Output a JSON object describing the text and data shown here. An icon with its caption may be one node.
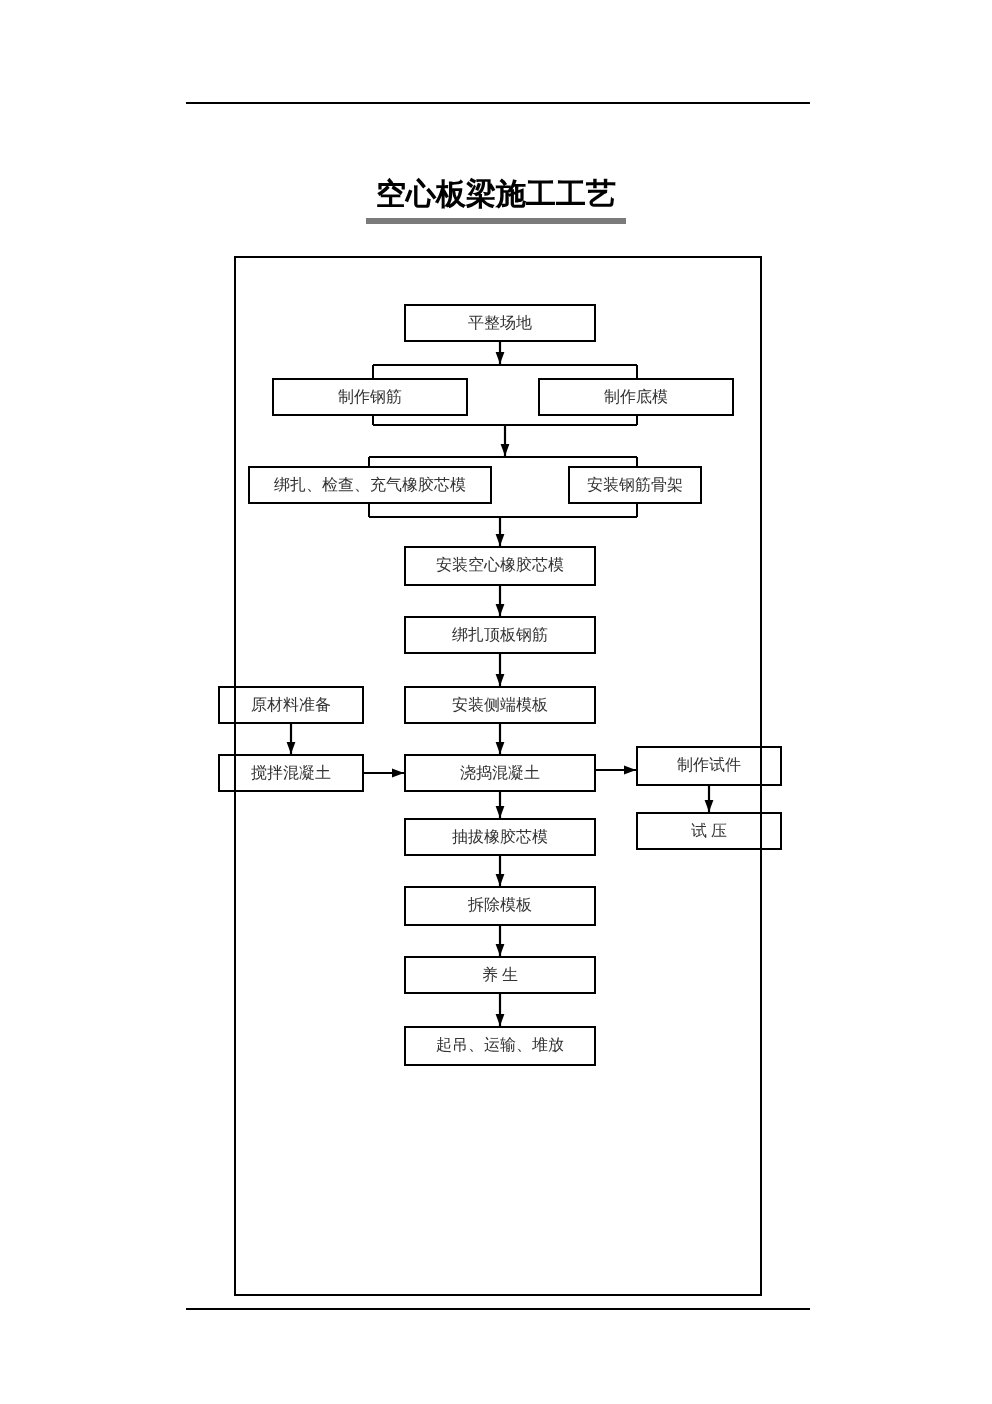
{
  "diagram": {
    "title": "空心板梁施工工艺",
    "nodes": [
      {
        "text": [
          "平整场地"
        ]
      },
      {
        "text": [],
        "shape": "box"
      },
      {
        "text": [
          "制作钢筋"
        ]
      },
      {
        "text": [
          "制作底模"
        ]
      },
      {
        "text": [],
        "shape": "box"
      },
      {
        "text": [
          "绑扎、检查、充气橡胶芯模"
        ]
      },
      {
        "text": [
          "安装钢筋骨架"
        ]
      },
      {
        "text": [
          "安装空心橡胶芯模"
        ]
      },
      {
        "text": [
          "绑扎顶板钢筋"
        ]
      },
      {
        "text": [
          "原材料准备"
        ]
      },
      {
        "text": [
          "安装侧端模板"
        ]
      },
      {
        "text": [
          "搅拌混凝土"
        ]
      },
      {
        "text": [
          "浇捣混凝土"
        ]
      },
      {
        "text": [
          "制作试件"
        ]
      },
      {
        "text": [
          "抽拔橡胶芯模"
        ]
      },
      {
        "text": [
          "试 压"
        ]
      },
      {
        "text": [
          "拆除模板"
        ]
      },
      {
        "text": [
          "养 生"
        ]
      },
      {
        "text": [
          "起吊、运输、堆放"
        ]
      }
    ],
    "edges": [
      {
        "from": 0,
        "to": 1,
        "arrow": "to"
      },
      {
        "from": 1,
        "to": 4,
        "arrow": "to"
      },
      {
        "from": 4,
        "to": 7,
        "arrow": "to"
      },
      {
        "from": 7,
        "to": 8,
        "arrow": "to"
      },
      {
        "from": 8,
        "to": 10,
        "arrow": "to"
      },
      {
        "from": 10,
        "to": 12,
        "arrow": "to"
      },
      {
        "from": 9,
        "to": 11,
        "arrow": "to"
      },
      {
        "from": 11,
        "to": 12,
        "arrow": "to"
      },
      {
        "from": 12,
        "to": 13,
        "arrow": "to"
      },
      {
        "from": 13,
        "to": 15,
        "arrow": "to"
      },
      {
        "from": 12,
        "to": 14,
        "arrow": "to"
      },
      {
        "from": 14,
        "to": 16,
        "arrow": "to"
      },
      {
        "from": 16,
        "to": 17,
        "arrow": "to"
      },
      {
        "from": 17,
        "to": 18,
        "arrow": "to"
      }
    ]
  }
}
